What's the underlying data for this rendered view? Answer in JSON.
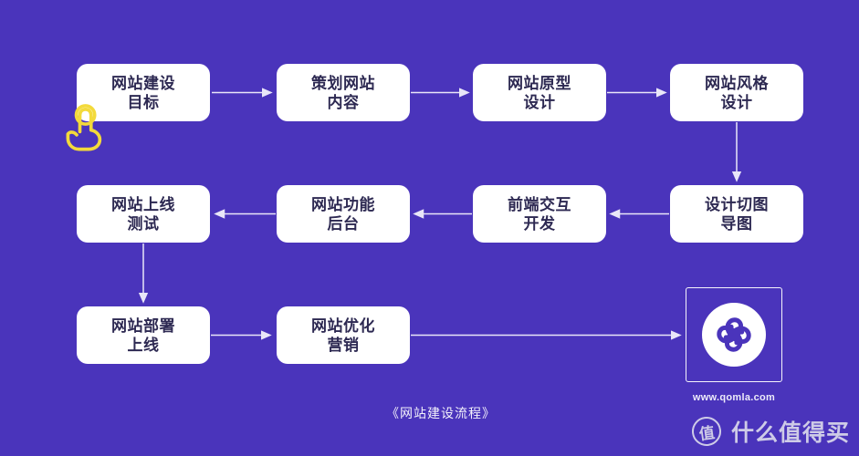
{
  "meta": {
    "caption": "《网站建设流程》"
  },
  "colors": {
    "background": "#4A34BB",
    "box_background": "#FFFFFF",
    "box_text": "#2D2952",
    "connector": "#E9E6F8",
    "cursor_yellow": "#F3DA3B",
    "watermark": "#E6E6EF"
  },
  "flow": {
    "boxes": [
      {
        "id": "goal",
        "lines": [
          "网站建设",
          "目标"
        ]
      },
      {
        "id": "plan",
        "lines": [
          "策划网站",
          "内容"
        ]
      },
      {
        "id": "prototype",
        "lines": [
          "网站原型",
          "设计"
        ]
      },
      {
        "id": "style",
        "lines": [
          "网站风格",
          "设计"
        ]
      },
      {
        "id": "test",
        "lines": [
          "网站上线",
          "测试"
        ]
      },
      {
        "id": "backend",
        "lines": [
          "网站功能",
          "后台"
        ]
      },
      {
        "id": "frontend",
        "lines": [
          "前端交互",
          "开发"
        ]
      },
      {
        "id": "slicing",
        "lines": [
          "设计切图",
          "导图"
        ]
      },
      {
        "id": "deploy",
        "lines": [
          "网站部署",
          "上线"
        ]
      },
      {
        "id": "marketing",
        "lines": [
          "网站优化",
          "营销"
        ]
      }
    ],
    "icons": {
      "cursor": "tap-hand-icon",
      "logo": "qomla-clover-logo"
    }
  },
  "branding": {
    "website": "www.qomla.com"
  },
  "watermark": {
    "icon_char": "值",
    "text": "什么值得买"
  }
}
